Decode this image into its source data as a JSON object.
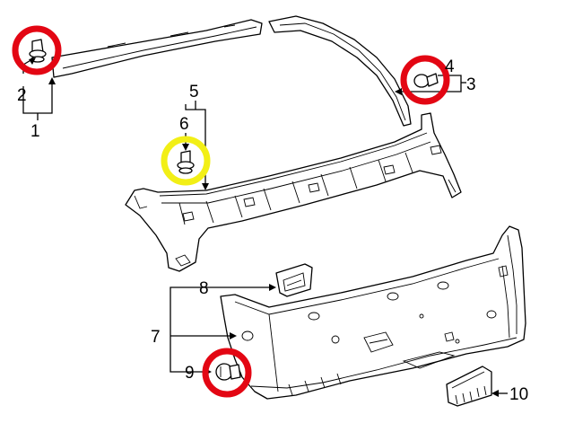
{
  "callouts": {
    "c1": "1",
    "c2": "2",
    "c3": "3",
    "c4": "4",
    "c5": "5",
    "c6": "6",
    "c7": "7",
    "c8": "8",
    "c9": "9",
    "c10": "10"
  },
  "highlight_colors": {
    "red": "#e30613",
    "yellow": "#f2ef16"
  }
}
